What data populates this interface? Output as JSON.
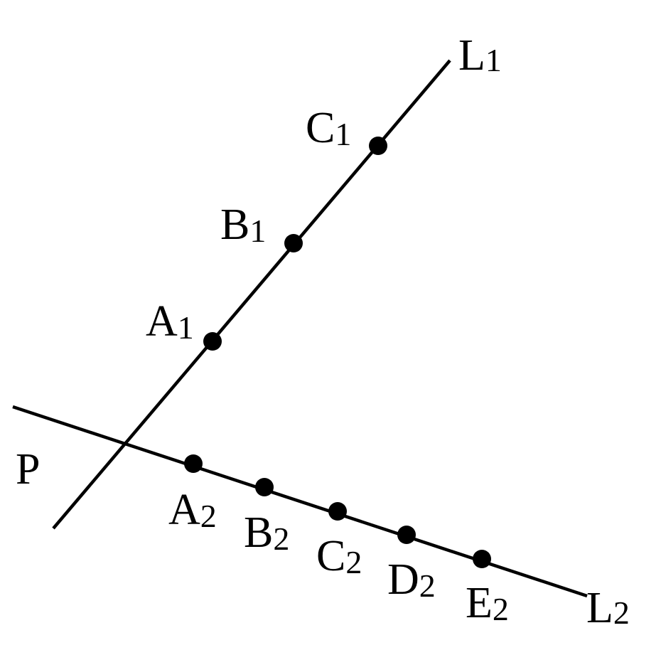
{
  "colors": {
    "line": "#000000",
    "point": "#000000",
    "background": "#ffffff"
  },
  "lines": [
    {
      "id": "L1",
      "label": "L",
      "sub": "1"
    },
    {
      "id": "L2",
      "label": "L",
      "sub": "2"
    }
  ],
  "intersection": {
    "label": "P"
  },
  "points_L1": [
    {
      "label": "A",
      "sub": "1"
    },
    {
      "label": "B",
      "sub": "1"
    },
    {
      "label": "C",
      "sub": "1"
    }
  ],
  "points_L2": [
    {
      "label": "A",
      "sub": "2"
    },
    {
      "label": "B",
      "sub": "2"
    },
    {
      "label": "C",
      "sub": "2"
    },
    {
      "label": "D",
      "sub": "2"
    },
    {
      "label": "E",
      "sub": "2"
    }
  ]
}
